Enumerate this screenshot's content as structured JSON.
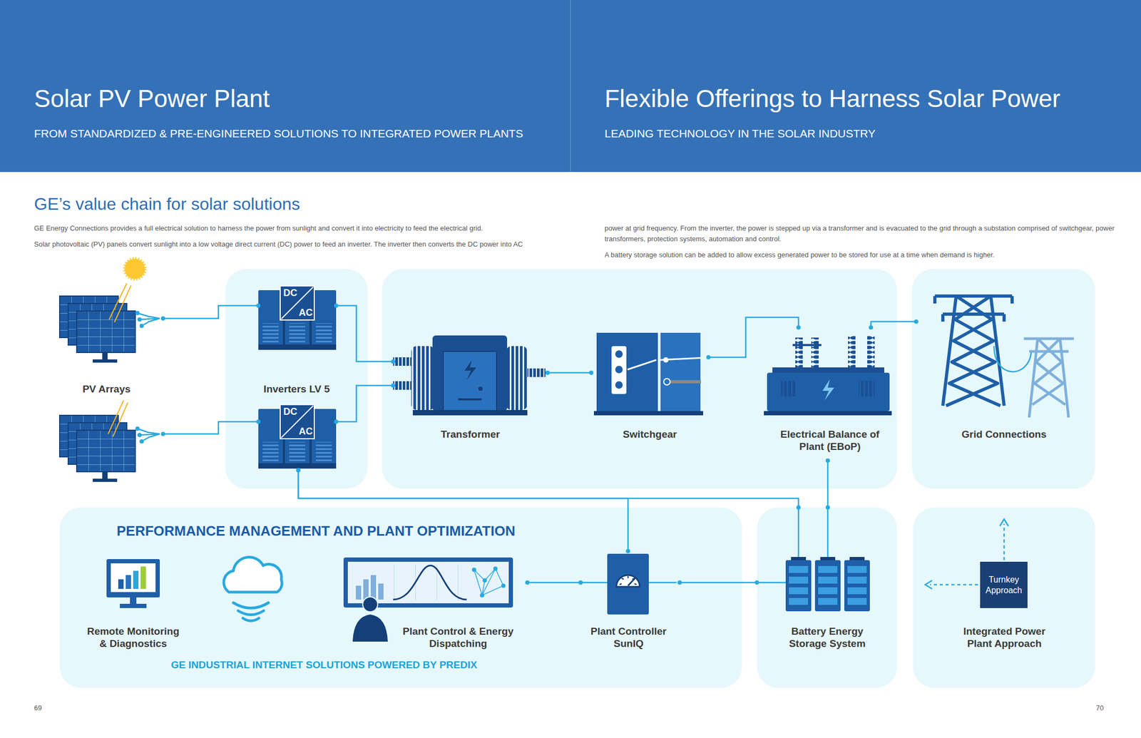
{
  "diagram": {
    "title": "Solar PV Power Plant",
    "nodes": [
      {
        "text": [
          "PV Arrays"
        ]
      },
      {
        "text": [
          "Inverters LV 5"
        ]
      },
      {
        "text": [
          "DC",
          "AC"
        ],
        "in": 1
      },
      {
        "text": [
          "DC",
          "AC"
        ],
        "in": 1
      },
      {
        "text": [
          "Transformer"
        ]
      },
      {
        "text": [
          "Switchgear"
        ]
      },
      {
        "text": [
          "Electrical Balance of Plant (EBoP)"
        ]
      },
      {
        "text": [
          "Grid Connections"
        ]
      },
      {
        "text": [
          "PERFORMANCE MANAGEMENT AND PLANT OPTIMIZATION",
          "GE INDUSTRIAL INTERNET SOLUTIONS POWERED BY PREDIX"
        ]
      },
      {
        "text": [
          "Remote Monitoring & Diagnostics"
        ],
        "in": 8
      },
      {
        "text": [
          "Plant Control & Energy Dispatching"
        ],
        "in": 8
      },
      {
        "text": [
          "Plant Controller SunIQ"
        ],
        "in": 8
      },
      {
        "text": [
          "Battery Energy Storage System"
        ]
      },
      {
        "text": [
          "Integrated Power Plant Approach"
        ]
      },
      {
        "text": [
          "Turnkey Approach"
        ],
        "in": 13
      }
    ],
    "edges": [
      {
        "from": 0,
        "to": 2,
        "arrow": "none"
      },
      {
        "from": 0,
        "to": 3,
        "arrow": "none"
      },
      {
        "from": 2,
        "to": 4,
        "arrow": "none"
      },
      {
        "from": 3,
        "to": 4,
        "arrow": "none"
      },
      {
        "from": 4,
        "to": 5,
        "arrow": "none"
      },
      {
        "from": 5,
        "to": 6,
        "arrow": "none"
      },
      {
        "from": 6,
        "to": 7,
        "arrow": "none"
      },
      {
        "from": 3,
        "to": 11,
        "arrow": "none"
      },
      {
        "from": 3,
        "to": 12,
        "arrow": "none"
      },
      {
        "from": 6,
        "to": 12,
        "arrow": "none"
      },
      {
        "from": 10,
        "to": 11,
        "arrow": "none"
      },
      {
        "from": 11,
        "to": 12,
        "arrow": "none"
      }
    ],
    "labels": [
      "FROM STANDARDIZED & PRE-ENGINEERED SOLUTIONS TO INTEGRATED POWER PLANTS",
      "Flexible Offerings to Harness Solar Power",
      "LEADING TECHNOLOGY IN THE SOLAR INDUSTRY",
      "GE’s value chain for solar solutions",
      "GE Energy Connections provides a full electrical solution to harness the power from sunlight and convert it into electricity to feed the electrical grid.",
      "Solar photovoltaic (PV) panels convert sunlight into a low voltage direct current (DC) power to feed an inverter. The inverter then converts the DC power into AC",
      "power at grid frequency. From the inverter, the power is stepped up via a transformer and is evacuated to the grid through a substation comprised of switchgear, power transformers, protection systems, automation and control.",
      "A battery storage solution can be added to allow excess generated power to be stored for use at a time when demand is higher.",
      "69",
      "70"
    ]
  }
}
